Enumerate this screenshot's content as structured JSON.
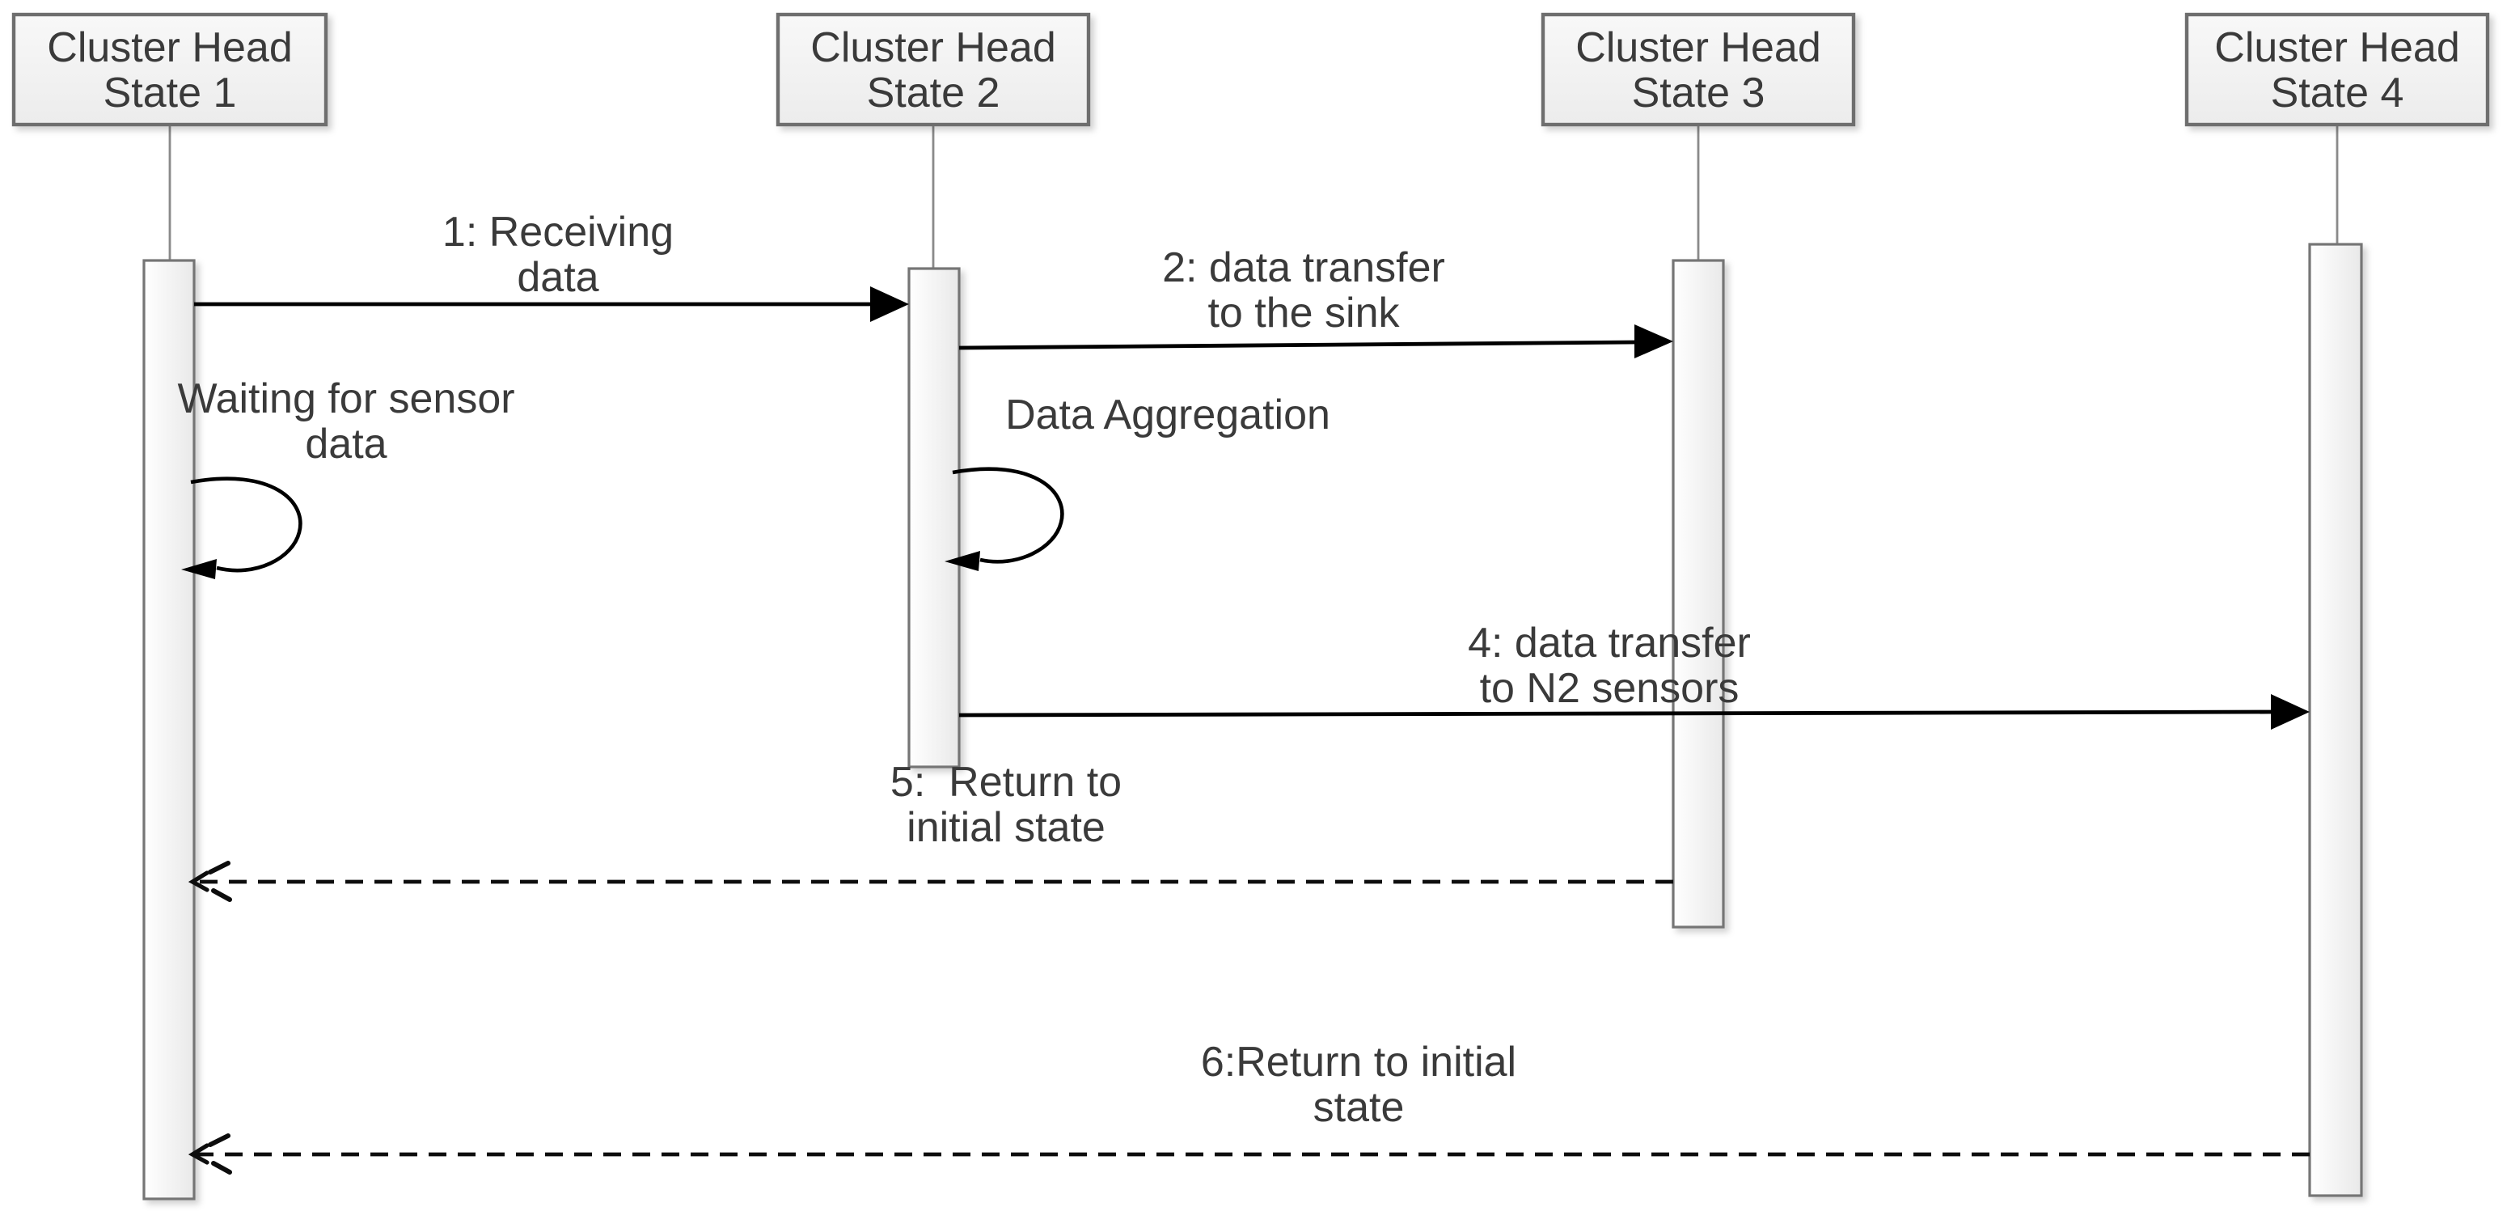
{
  "diagram": {
    "type": "uml-sequence",
    "background": "#ffffff",
    "actors": [
      {
        "id": "state1",
        "line1": "Cluster Head",
        "line2": "State 1"
      },
      {
        "id": "state2",
        "line1": "Cluster Head",
        "line2": "State 2"
      },
      {
        "id": "state3",
        "line1": "Cluster Head",
        "line2": "State 3"
      },
      {
        "id": "state4",
        "line1": "Cluster Head",
        "line2": "State 4"
      }
    ],
    "messages": [
      {
        "seq": "1",
        "line1": "1: Receiving",
        "line2": "data",
        "from": "Cluster Head State 1",
        "to": "Cluster Head State 2",
        "line_style": "solid"
      },
      {
        "seq": "2",
        "line1": "2: data transfer",
        "line2": "to the sink",
        "from": "Cluster Head State 2",
        "to": "Cluster Head State 3",
        "line_style": "solid"
      },
      {
        "seq": "",
        "line1": "Waiting for sensor",
        "line2": "data",
        "from": "Cluster Head State 1",
        "to": "Cluster Head State 1",
        "line_style": "self-loop"
      },
      {
        "seq": "",
        "line1": "Data Aggregation",
        "line2": "",
        "from": "Cluster Head State 2",
        "to": "Cluster Head State 2",
        "line_style": "self-loop"
      },
      {
        "seq": "4",
        "line1": "4: data transfer",
        "line2": "to N2 sensors",
        "from": "Cluster Head State 2",
        "to": "Cluster Head State 4",
        "line_style": "solid"
      },
      {
        "seq": "5",
        "line1": "5:  Return to",
        "line2": "initial state",
        "from": "Cluster Head State 3",
        "to": "Cluster Head State 1",
        "line_style": "dashed-open-arrow"
      },
      {
        "seq": "6",
        "line1": "6:Return to initial",
        "line2": "state",
        "from": "Cluster Head State 4",
        "to": "Cluster Head State 1",
        "line_style": "dashed-open-arrow"
      }
    ],
    "colors": {
      "background": "#ffffff",
      "actor_box_fill": "#f2f2f2",
      "actor_box_border": "#6e6e6e",
      "activation_fill": "#f7f7f7",
      "activation_border": "#757575",
      "lifeline": "#8a8a8a",
      "message_line": "#000000",
      "text": "#3a3a3a"
    }
  }
}
